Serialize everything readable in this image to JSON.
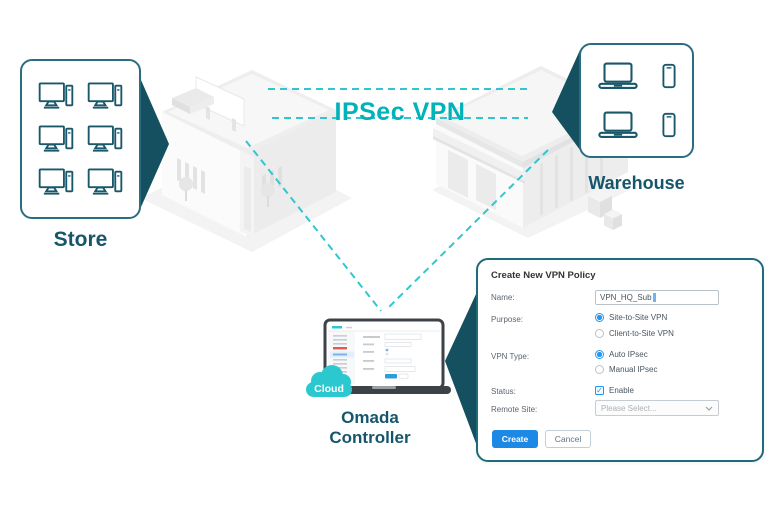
{
  "scene": {
    "vpn_label": "IPSec VPN",
    "store_label": "Store",
    "warehouse_label": "Warehouse",
    "controller_label_line1": "Omada",
    "controller_label_line2": "Controller",
    "cloud_badge": "Cloud"
  },
  "dialog": {
    "title": "Create New VPN Policy",
    "name": {
      "label": "Name:",
      "value": "VPN_HQ_Sub"
    },
    "purpose": {
      "label": "Purpose:",
      "option1": "Site-to-Site VPN",
      "option2": "Client-to-Site VPN",
      "selected": "Site-to-Site VPN"
    },
    "vpn_type": {
      "label": "VPN Type:",
      "option1": "Auto IPsec",
      "option2": "Manual IPsec",
      "selected": "Auto IPsec"
    },
    "status": {
      "label": "Status:",
      "checkbox_label": "Enable",
      "checked": true
    },
    "remote_site": {
      "label": "Remote Site:",
      "value": "Please Select..."
    },
    "buttons": {
      "create": "Create",
      "cancel": "Cancel"
    }
  },
  "colors": {
    "dark_teal_callout": "#14505f",
    "label_teal": "#16566b",
    "cyan_headline": "#00b2ba",
    "cyan_dash": "#33c5ce",
    "cloud_cyan": "#2bc8cf",
    "primary_blue": "#1e88e5",
    "dialog_border": "#1e6b7b",
    "device_icon_teal": "#19586b"
  }
}
